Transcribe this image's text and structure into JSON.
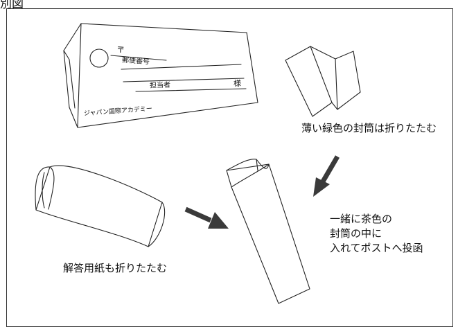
{
  "header": {
    "title_partial": "別図"
  },
  "diagram": {
    "postcard": {
      "postal_mark": "〒",
      "address_line1": "郵便番号",
      "address_line2": "担当者",
      "honorific": "様",
      "sender": "ジャパン国際アカデミー"
    },
    "labels": {
      "green_envelope": "薄い緑色の封筒は折りたたむ",
      "answer_sheet": "解答用紙も折りたたむ",
      "brown_envelope_line1": "一緒に茶色の",
      "brown_envelope_line2": "封筒の中に",
      "brown_envelope_line3": "入れてポストへ投函"
    },
    "colors": {
      "ink": "#222222",
      "arrow": "#3a3a3a",
      "frame": "#333333"
    }
  }
}
